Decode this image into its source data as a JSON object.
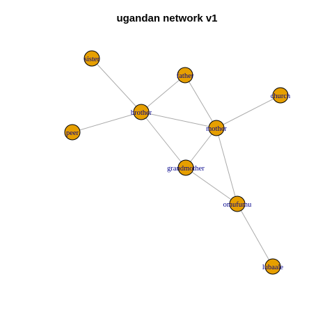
{
  "title": "ugandan network v1",
  "colors": {
    "node_fill": "#E69F00",
    "edge": "#AAAAAA",
    "label": "#00008B"
  },
  "graph": {
    "nodes": [
      {
        "id": "sister",
        "label": "sister"
      },
      {
        "id": "father",
        "label": "father"
      },
      {
        "id": "church",
        "label": "church"
      },
      {
        "id": "brother",
        "label": "brother"
      },
      {
        "id": "peer",
        "label": "peer"
      },
      {
        "id": "mother",
        "label": "mother"
      },
      {
        "id": "grandmother",
        "label": "grandmother"
      },
      {
        "id": "omufumu",
        "label": "omufumu"
      },
      {
        "id": "lubaale",
        "label": "lubaale"
      }
    ],
    "edges": [
      [
        "sister",
        "brother"
      ],
      [
        "father",
        "brother"
      ],
      [
        "father",
        "mother"
      ],
      [
        "church",
        "mother"
      ],
      [
        "peer",
        "brother"
      ],
      [
        "brother",
        "mother"
      ],
      [
        "brother",
        "grandmother"
      ],
      [
        "mother",
        "grandmother"
      ],
      [
        "mother",
        "omufumu"
      ],
      [
        "grandmother",
        "omufumu"
      ],
      [
        "omufumu",
        "lubaale"
      ]
    ]
  }
}
